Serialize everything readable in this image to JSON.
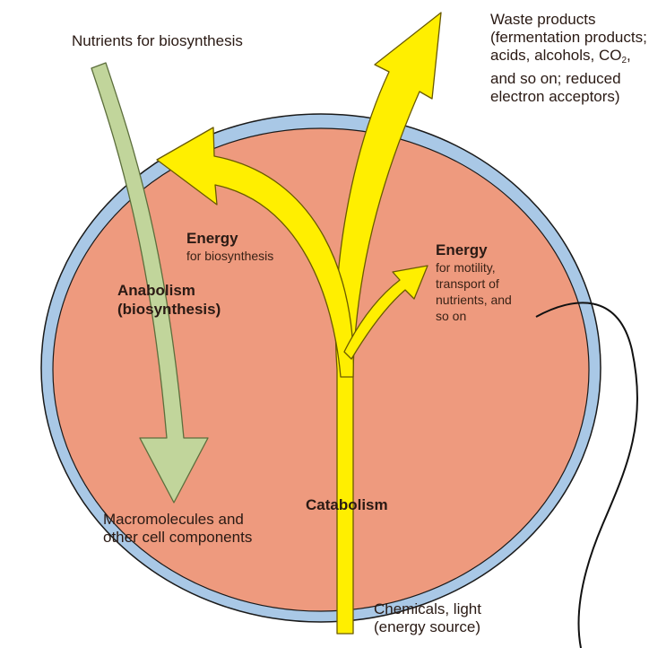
{
  "colors": {
    "cell_fill": "#ee9a7e",
    "membrane": "#a9c8e6",
    "anabolism_arrow": "#c1d59b",
    "catabolism_arrow": "#ffef00",
    "outline": "#000000"
  },
  "labels": {
    "nutrients": "Nutrients for biosynthesis",
    "waste_title": "Waste products",
    "waste_line2": "(fermentation products;",
    "waste_line3_pre": "acids, alcohols, CO",
    "waste_line3_sub": "2",
    "waste_line3_post": ",",
    "waste_line4": "and so on; reduced",
    "waste_line5": "electron acceptors)",
    "energy_left_title": "Energy",
    "energy_left_sub": "for biosynthesis",
    "energy_right_title": "Energy",
    "energy_right_line1": "for motility,",
    "energy_right_line2": "transport of",
    "energy_right_line3": "nutrients, and",
    "energy_right_line4": "so on",
    "anabolism_line1": "Anabolism",
    "anabolism_line2": "(biosynthesis)",
    "catabolism": "Catabolism",
    "macro_line1": "Macromolecules and",
    "macro_line2": "other cell components",
    "chemicals_line1": "Chemicals, light",
    "chemicals_line2": "(energy source)"
  },
  "icons": [
    "cell-membrane",
    "flagellum",
    "anabolism-arrow",
    "catabolism-arrow"
  ]
}
